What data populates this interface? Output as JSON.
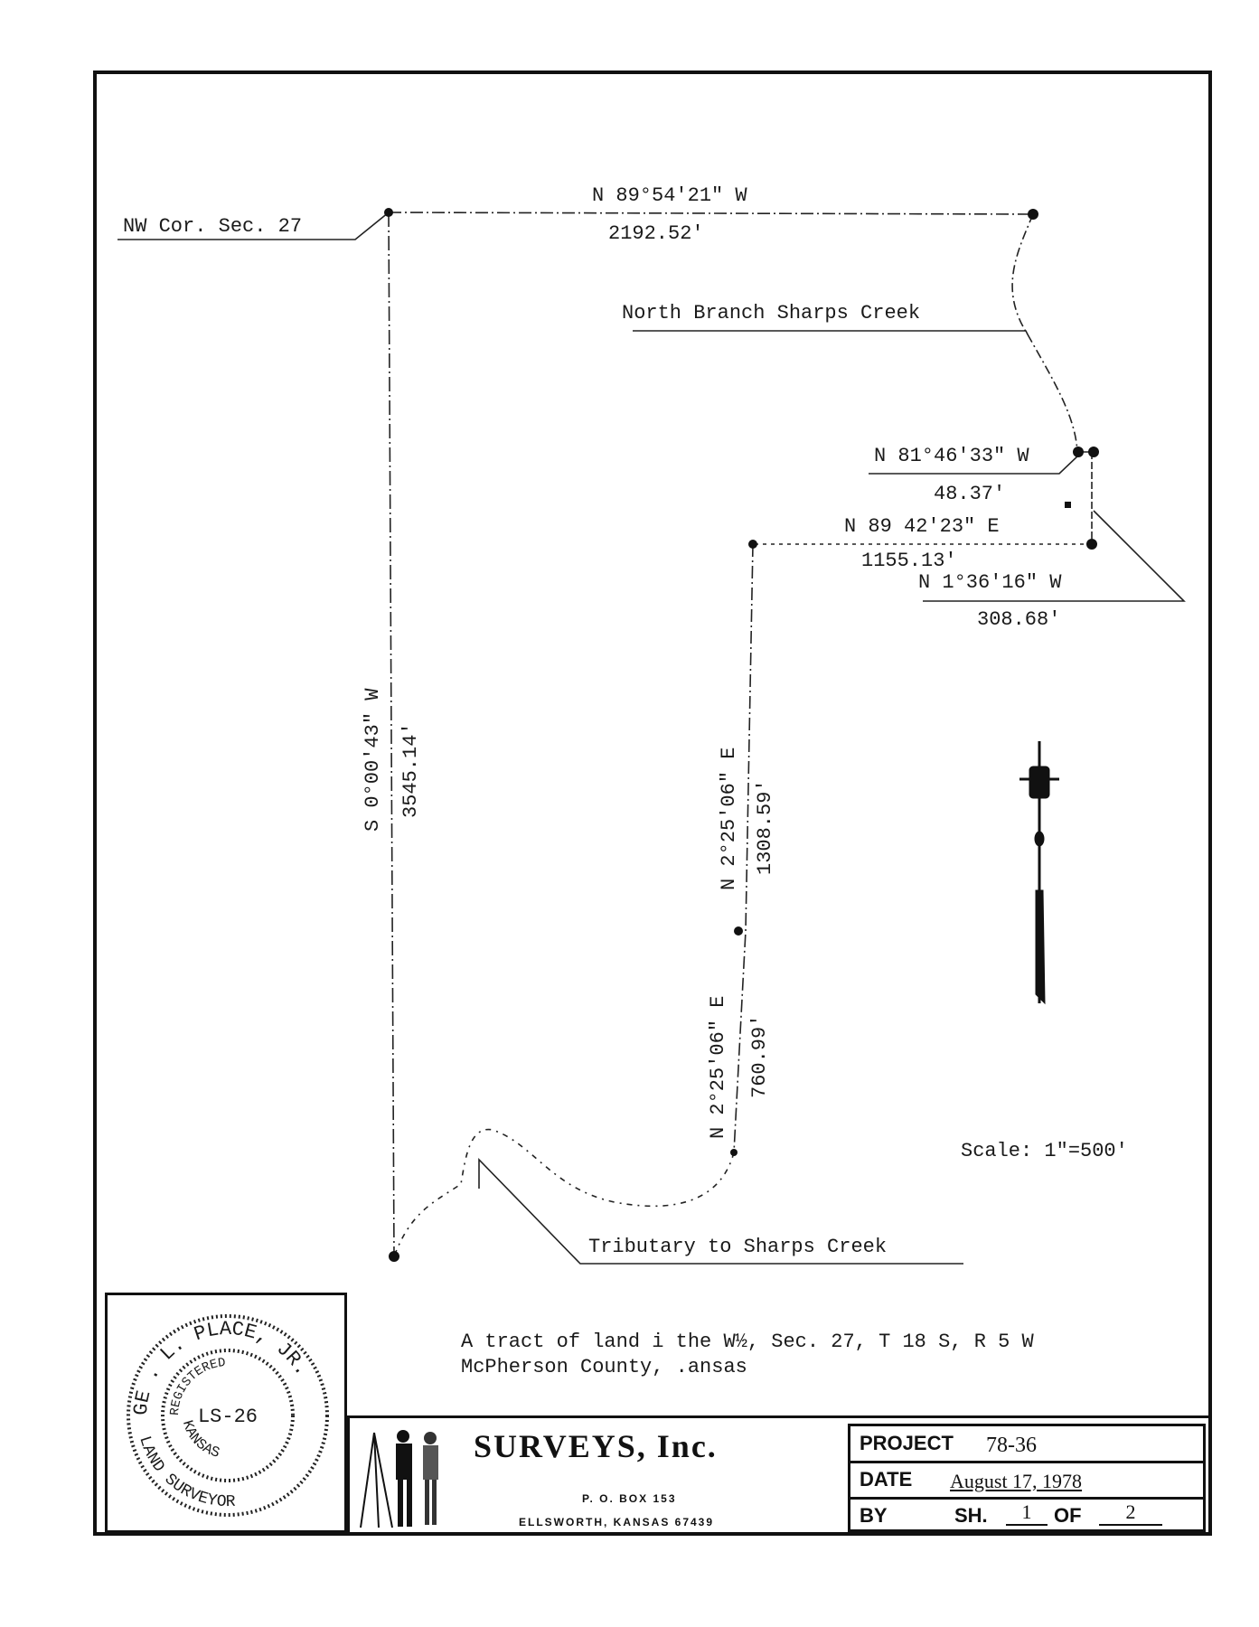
{
  "plat": {
    "nw_corner_label": "NW Cor. Sec. 27",
    "north_creek_label": "North Branch Sharps Creek",
    "tributary_label": "Tributary to Sharps Creek",
    "scale": "Scale: 1\"=500'",
    "courses": [
      {
        "bearing": "N 89°54'21\" W",
        "distance": "2192.52'"
      },
      {
        "bearing": "N 81°46'33\" W",
        "distance": "48.37'"
      },
      {
        "bearing": "N 89 42'23\" E",
        "distance": "1155.13'"
      },
      {
        "bearing": "N 1°36'16\" W",
        "distance": "308.68'"
      },
      {
        "bearing": "S 0°00'43\" W",
        "distance": "3545.14'"
      },
      {
        "bearing": "N 2°25'06\" E",
        "distance": "1308.59'"
      },
      {
        "bearing": "N 2°25'06\" E",
        "distance": "760.99'"
      }
    ],
    "description_line1": "A tract of land i  the W½, Sec. 27, T 18 S, R 5 W",
    "description_line2": "McPherson County, .ansas"
  },
  "seal": {
    "name": "GE . L. PLACE, JR.",
    "registered": "REGISTERED",
    "number": "LS-26",
    "state": "KANSAS",
    "title": "LAND SURVEYOR"
  },
  "title_block": {
    "company": "SURVEYS, Inc.",
    "po_box": "P. O. BOX 153",
    "address": "ELLSWORTH, KANSAS 67439",
    "project_label": "PROJECT",
    "project_value": "78-36",
    "date_label": "DATE",
    "date_value": "August 17, 1978",
    "by_label": "BY",
    "sheet_label": "SH.",
    "sheet_number": "1",
    "of_label": "OF",
    "sheet_total": "2"
  }
}
